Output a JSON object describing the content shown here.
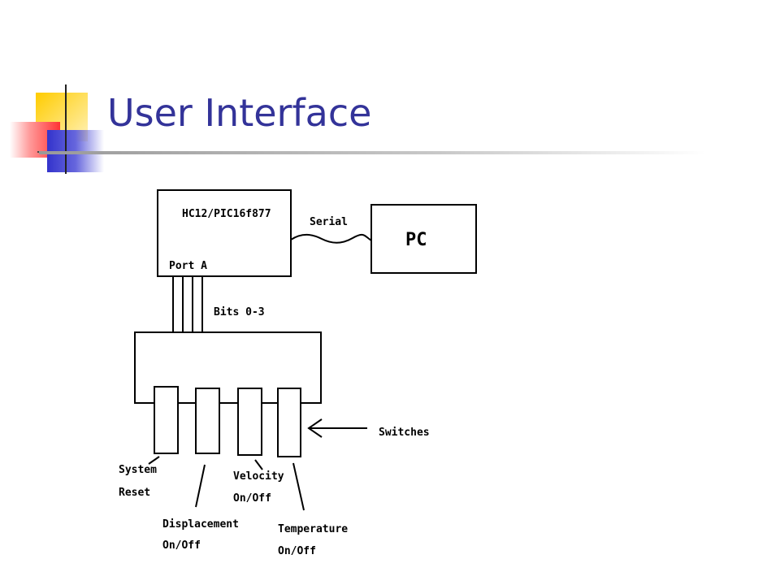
{
  "slide": {
    "title": "User Interface",
    "accent_colors": {
      "title": "#333399",
      "yellow": "#ffcc00",
      "blue": "#3333cc",
      "red": "#ff3333"
    }
  },
  "diagram": {
    "microcontroller_label": "HC12/PIC16f877",
    "port_label": "Port A",
    "serial_label": "Serial",
    "pc_label": "PC",
    "bits_label": "Bits 0-3",
    "switches_label": "Switches",
    "switch_labels": [
      {
        "line1": "System",
        "line2": "Reset"
      },
      {
        "line1": "Displacement",
        "line2": "On/Off"
      },
      {
        "line1": "Velocity",
        "line2": "On/Off"
      },
      {
        "line1": "Temperature",
        "line2": "On/Off"
      }
    ]
  }
}
